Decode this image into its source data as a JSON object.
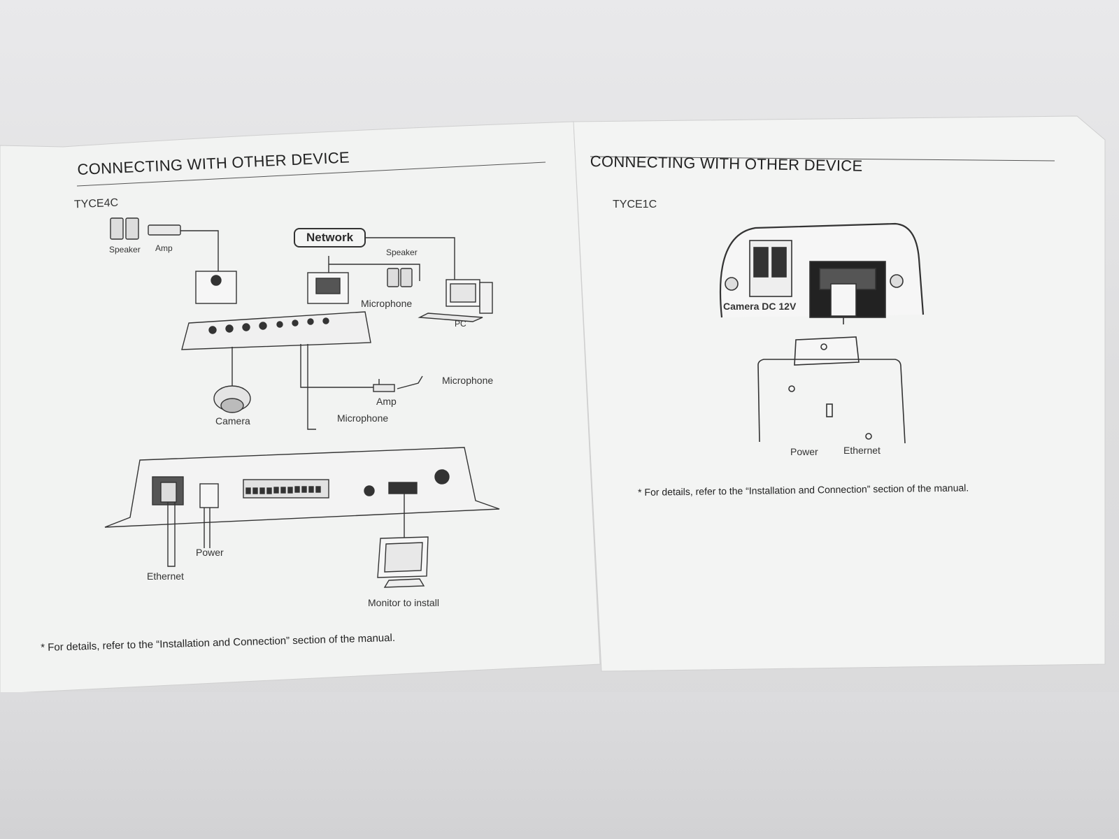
{
  "left_page": {
    "title": "CONNECTING WITH OTHER DEVICE",
    "model": "TYCE4C",
    "labels": {
      "speaker_top": "Speaker",
      "amp_top": "Amp",
      "network": "Network",
      "speaker_right": "Speaker",
      "microphone_right": "Microphone",
      "pc": "PC",
      "camera": "Camera",
      "microphone_low_right": "Microphone",
      "amp_low": "Amp",
      "microphone_bottom": "Microphone",
      "power": "Power",
      "ethernet": "Ethernet",
      "monitor": "Monitor to install"
    },
    "note": "* For details, refer to the “Installation and Connection” section of the manual."
  },
  "right_page": {
    "title": "CONNECTING WITH OTHER DEVICE",
    "model": "TYCE1C",
    "labels": {
      "camera_dc": "Camera DC 12V",
      "power": "Power",
      "ethernet": "Ethernet"
    },
    "note": "* For details, refer to the “Installation and Connection” section of the manual."
  },
  "colors": {
    "paper": "#f2f3f2",
    "ink": "#2b2b2b",
    "background": "#e4e4e6"
  }
}
